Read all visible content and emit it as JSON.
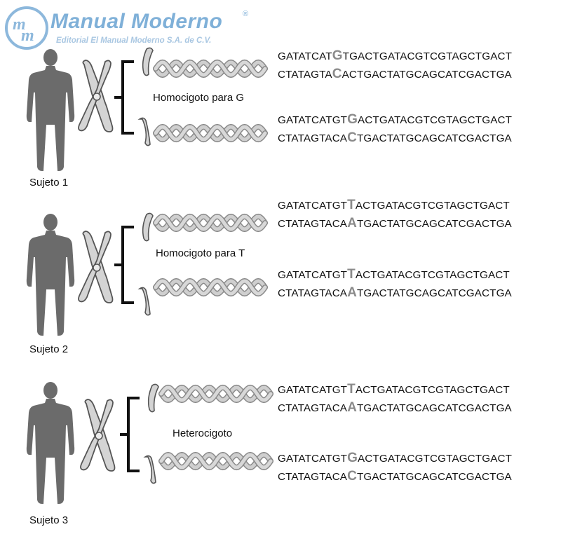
{
  "logo": {
    "title": "Manual Moderno",
    "registered": "®",
    "subtitle": "Editorial El Manual Moderno S.A. de C.V."
  },
  "subjects": [
    {
      "label": "Sujeto 1",
      "genotype": "Homocigoto para G",
      "strands": [
        {
          "top": {
            "pre": "GATATCAT",
            "snp": "G",
            "post": "TGACTGATACGTCGTAGCTGACT"
          },
          "bottom": {
            "pre": "CTATAGTA",
            "snp": "C",
            "post": "ACTGACTATGCAGCATCGACTGA"
          }
        },
        {
          "top": {
            "pre": "GATATCATGT",
            "snp": "G",
            "post": "ACTGATACGTCGTAGCTGACT"
          },
          "bottom": {
            "pre": "CTATAGTACA",
            "snp": "C",
            "post": "TGACTATGCAGCATCGACTGA"
          }
        }
      ]
    },
    {
      "label": "Sujeto 2",
      "genotype": "Homocigoto para T",
      "strands": [
        {
          "top": {
            "pre": "GATATCATGT",
            "snp": "T",
            "post": "ACTGATACGTCGTAGCTGACT"
          },
          "bottom": {
            "pre": "CTATAGTACA",
            "snp": "A",
            "post": "TGACTATGCAGCATCGACTGA"
          }
        },
        {
          "top": {
            "pre": "GATATCATGT",
            "snp": "T",
            "post": "ACTGATACGTCGTAGCTGACT"
          },
          "bottom": {
            "pre": "CTATAGTACA",
            "snp": "A",
            "post": "TGACTATGCAGCATCGACTGA"
          }
        }
      ]
    },
    {
      "label": "Sujeto 3",
      "genotype": "Heterocigoto",
      "strands": [
        {
          "top": {
            "pre": "GATATCATGT",
            "snp": "T",
            "post": "ACTGATACGTCGTAGCTGACT"
          },
          "bottom": {
            "pre": "CTATAGTACA",
            "snp": "A",
            "post": "TGACTATGCAGCATCGACTGA"
          }
        },
        {
          "top": {
            "pre": "GATATCATGT",
            "snp": "G",
            "post": "ACTGATACGTCGTAGCTGACT"
          },
          "bottom": {
            "pre": "CTATAGTACA",
            "snp": "C",
            "post": "TGACTATGCAGCATCGACTGA"
          }
        }
      ]
    }
  ],
  "colors": {
    "silhouette": "#6b6b6b",
    "chromosome_fill": "#d4d4d4",
    "chromosome_stroke": "#555555",
    "bracket": "#111111",
    "snp_letter": "#8a8a8a",
    "logo": "#7fb0d8"
  }
}
